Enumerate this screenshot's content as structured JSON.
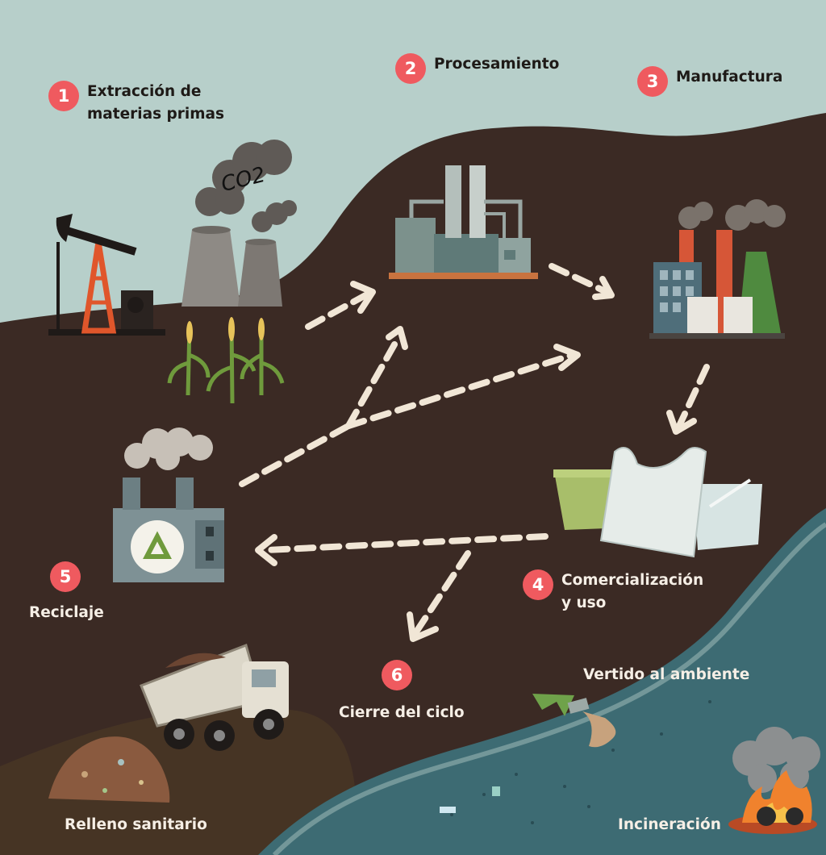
{
  "steps": [
    {
      "number": "1",
      "label_line1": "Extracción de",
      "label_line2": "materias primas"
    },
    {
      "number": "2",
      "label_line1": "Procesamiento"
    },
    {
      "number": "3",
      "label_line1": "Manufactura"
    },
    {
      "number": "4",
      "label_line1": "Comercialización",
      "label_line2": "y uso"
    },
    {
      "number": "5",
      "label_line1": "Reciclaje"
    },
    {
      "number": "6",
      "label_line1": "Cierre del ciclo"
    }
  ],
  "destinations": {
    "landfill": "Relleno sanitario",
    "environment": "Vertido al ambiente",
    "incineration": "Incineración"
  },
  "co2_label": "CO2",
  "colors": {
    "sky": "#b7cfca",
    "ground": "#3b2a24",
    "badge": "#ef5a5f",
    "arrow": "#f1e6d6",
    "water": "#3d6b73",
    "text_light": "#f6efe6",
    "text_dark": "#1e1a17"
  },
  "icons": [
    "oil-pump-icon",
    "power-plant-icon",
    "corn-plants-icon",
    "refinery-icon",
    "factory-icon",
    "plastic-products-icon",
    "recycling-plant-icon",
    "dump-truck-icon",
    "garbage-pile-icon",
    "drain-pipe-icon",
    "fire-icon"
  ]
}
